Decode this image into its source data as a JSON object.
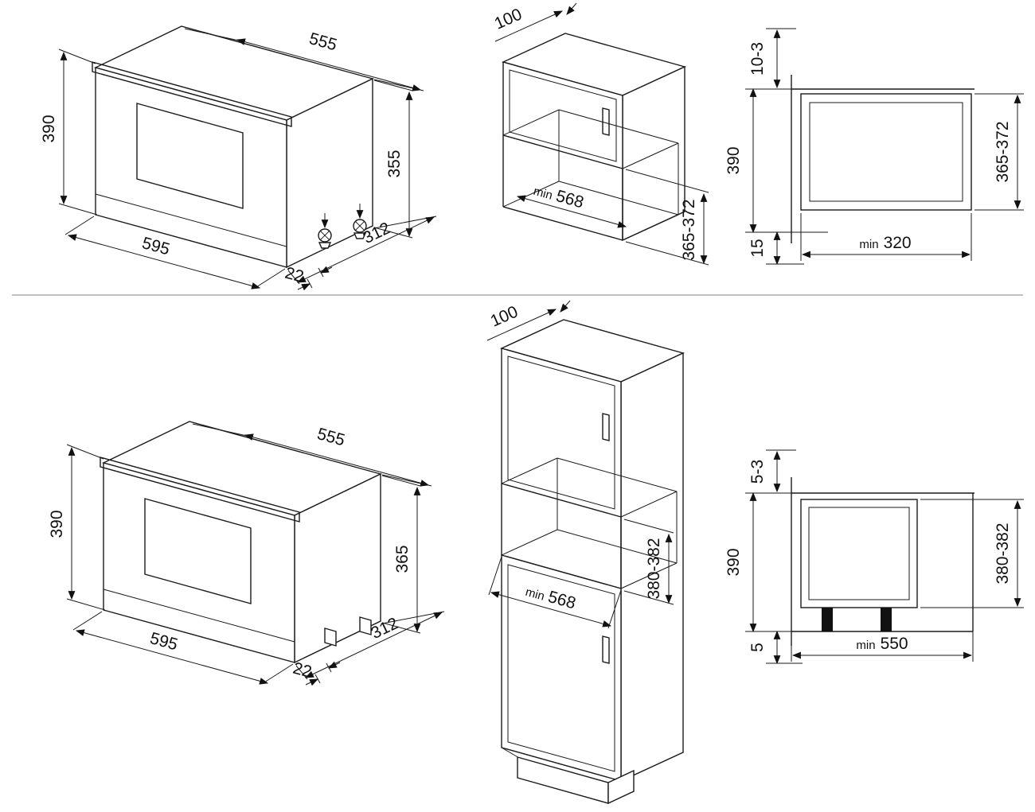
{
  "top_row": {
    "oven_iso": {
      "dim_top_width": "555",
      "dim_left_height": "390",
      "dim_right_height": "355",
      "dim_bottom_width": "595",
      "dim_depth": "312",
      "dim_door_offset": "22"
    },
    "cabinet_iso": {
      "dim_top_depth": "100",
      "niche_width_prefix": "min",
      "niche_width_value": "568",
      "dim_niche_height": "365-372"
    },
    "section": {
      "dim_top_gap": "10-3",
      "dim_height": "390",
      "dim_oven_height": "365-372",
      "dim_bottom_gap": "15",
      "depth_prefix": "min",
      "depth_value": "320"
    }
  },
  "bottom_row": {
    "oven_iso": {
      "dim_top_width": "555",
      "dim_left_height": "390",
      "dim_right_height": "365",
      "dim_bottom_width": "595",
      "dim_depth": "312",
      "dim_door_offset": "22"
    },
    "cabinet_iso": {
      "dim_top_depth": "100",
      "niche_width_prefix": "min",
      "niche_width_value": "568",
      "dim_niche_height": "380-382"
    },
    "section": {
      "dim_top_gap": "5-3",
      "dim_height": "390",
      "dim_oven_height": "380-382",
      "dim_bottom_gap": "5",
      "depth_prefix": "min",
      "depth_value": "550"
    }
  }
}
